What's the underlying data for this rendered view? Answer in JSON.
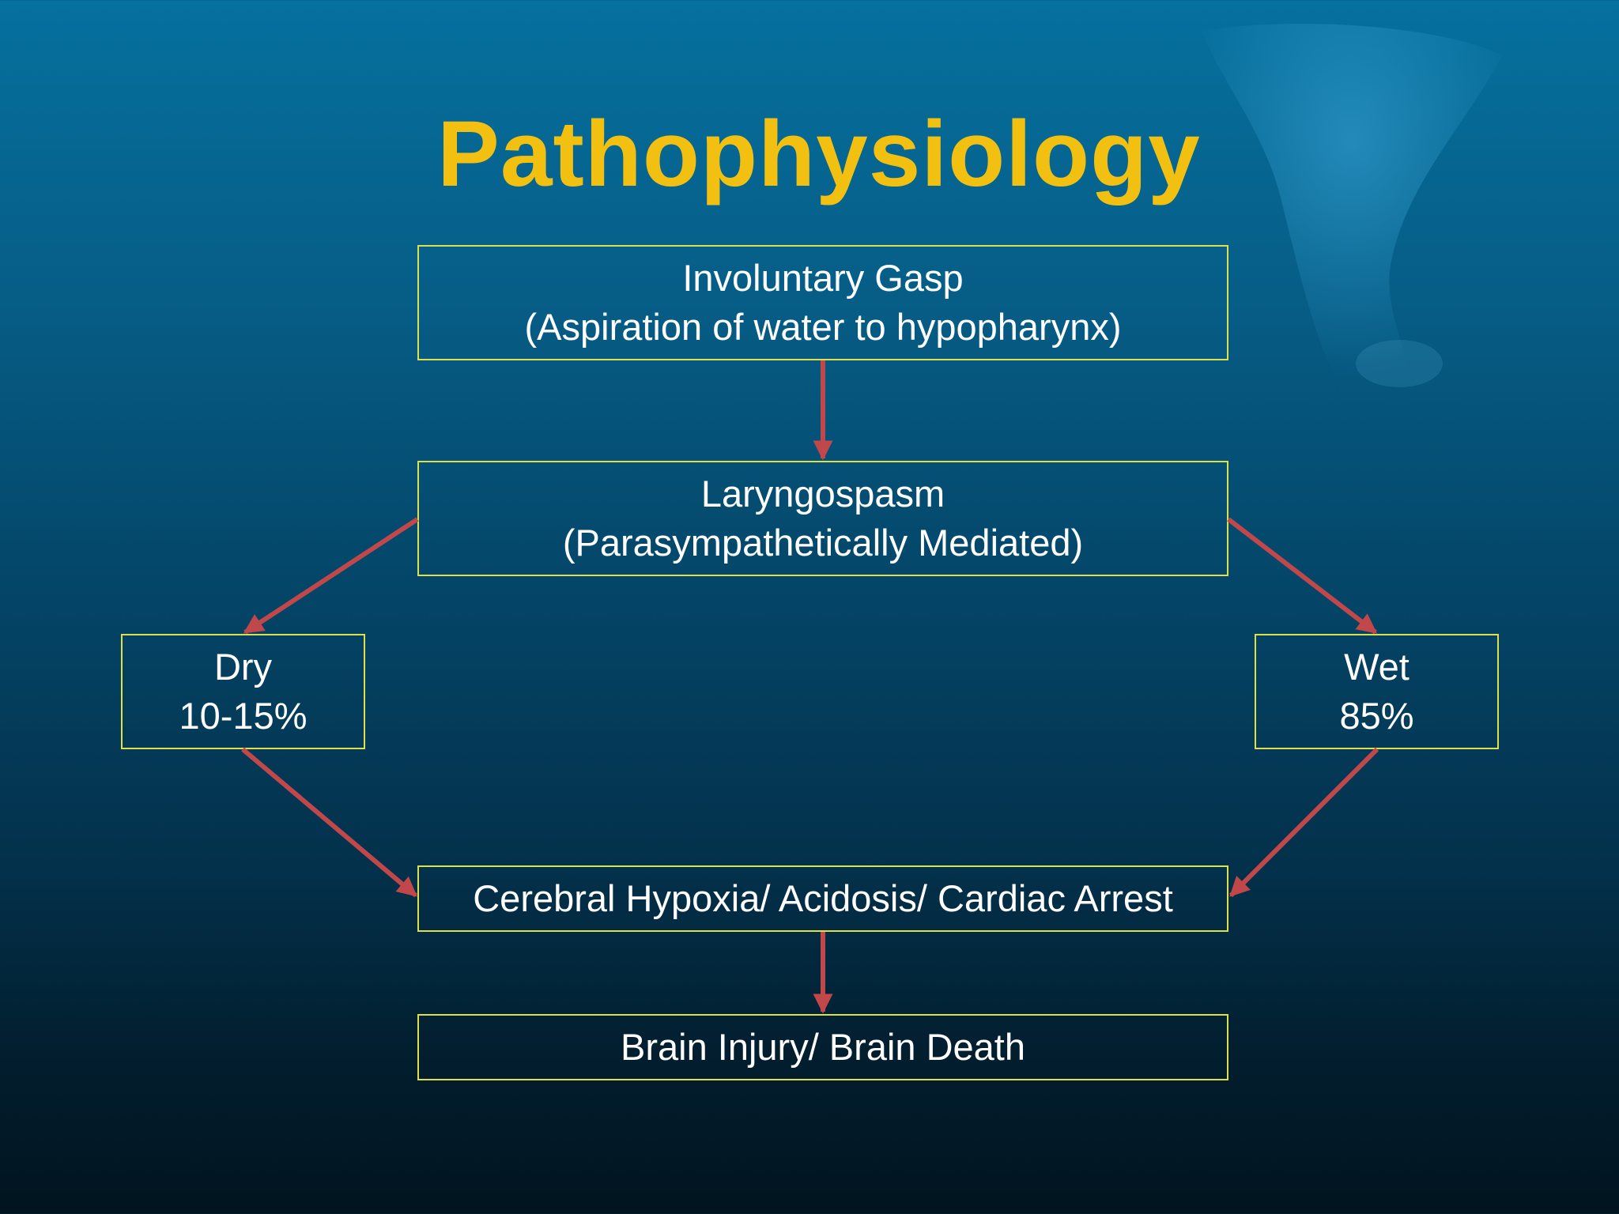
{
  "slide": {
    "title": "Pathophysiology"
  },
  "colors": {
    "title": "#f2c011",
    "box_border": "#dde04a",
    "arrow": "#c0474a",
    "text": "#ffffff"
  },
  "nodes": {
    "gasp": {
      "line1": "Involuntary Gasp",
      "line2": "(Aspiration of water to hypopharynx)"
    },
    "laryngospasm": {
      "line1": "Laryngospasm",
      "line2": "(Parasympathetically Mediated)"
    },
    "dry": {
      "line1": "Dry",
      "line2": "10-15%"
    },
    "wet": {
      "line1": "Wet",
      "line2": "85%"
    },
    "cerebral": {
      "line1": "Cerebral Hypoxia/ Acidosis/ Cardiac Arrest"
    },
    "brain": {
      "line1": "Brain Injury/ Brain Death"
    }
  },
  "edges": [
    {
      "from": "gasp",
      "to": "laryngospasm"
    },
    {
      "from": "laryngospasm",
      "to": "dry"
    },
    {
      "from": "laryngospasm",
      "to": "wet"
    },
    {
      "from": "dry",
      "to": "cerebral"
    },
    {
      "from": "wet",
      "to": "cerebral"
    },
    {
      "from": "cerebral",
      "to": "brain"
    }
  ]
}
